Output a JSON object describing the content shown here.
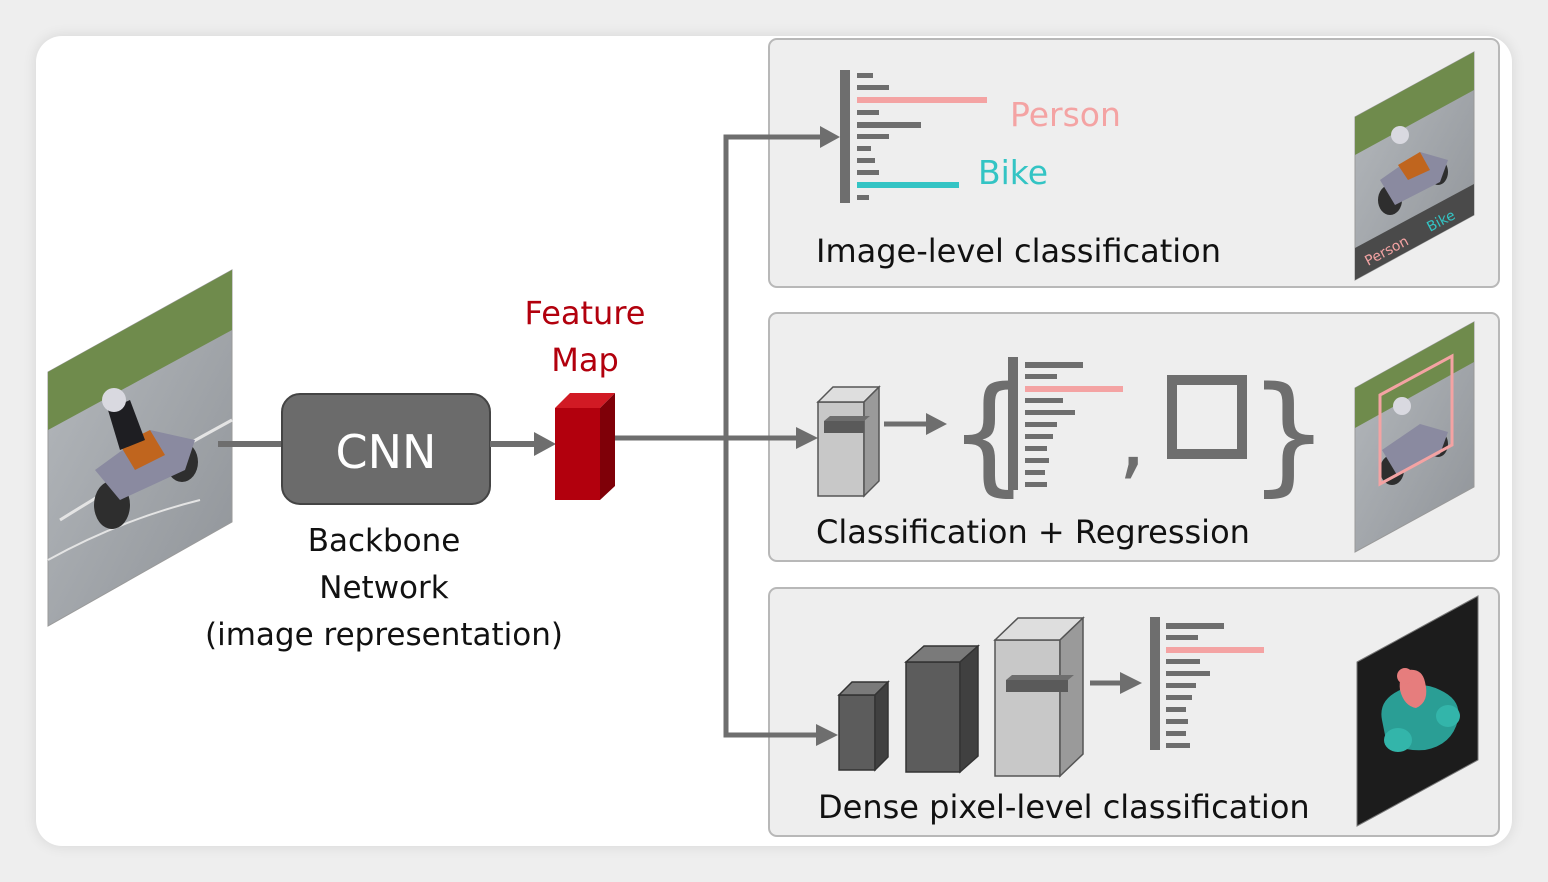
{
  "backbone": {
    "cnn_label": "CNN",
    "line1": "Backbone",
    "line2": "Network",
    "line3": "(image representation)"
  },
  "feature_map": {
    "line1": "Feature",
    "line2": "Map",
    "color": "#b2000d"
  },
  "tasks": {
    "image_level": {
      "caption": "Image-level classification",
      "class1": "Person",
      "class2": "Bike",
      "thumb_tag1": "Person",
      "thumb_tag2": "Bike"
    },
    "detection": {
      "caption": "Classification + Regression"
    },
    "segmentation": {
      "caption": "Dense pixel-level classification"
    }
  },
  "colors": {
    "person": "#f4a3a3",
    "bike": "#33c4c4",
    "panel_bg": "#eeeeee",
    "panel_border": "#b8b8b8",
    "arrow": "#6e6e6e",
    "bars": "#6e6e6e"
  }
}
